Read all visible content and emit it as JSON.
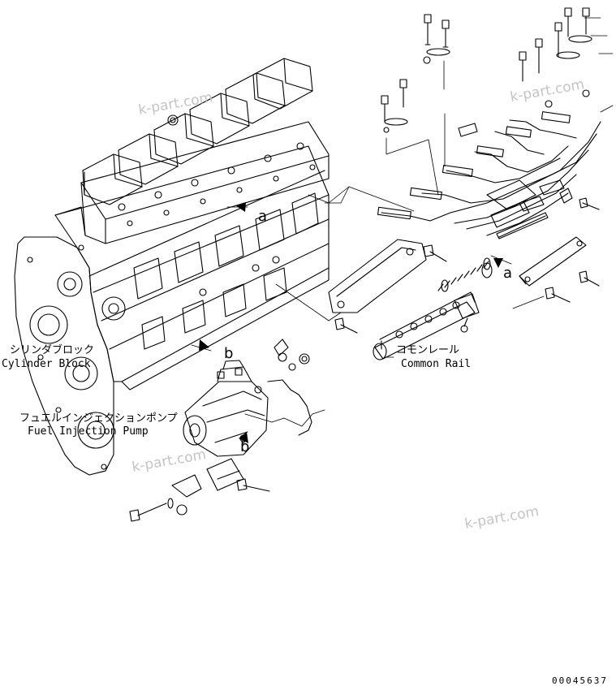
{
  "labels": {
    "cylinder_block_ja": "シリンダブロック",
    "cylinder_block_en": "Cylinder Block",
    "common_rail_ja": "コモンレール",
    "common_rail_en": "Common Rail",
    "fuel_pump_ja": "フュエルインジェクションポンプ",
    "fuel_pump_en": "Fuel Injection Pump"
  },
  "reference_letters": {
    "a_block": "a",
    "a_rail": "a",
    "b_block": "b",
    "b_pump": "b"
  },
  "watermark": {
    "text": "k-part.com"
  },
  "drawing_number": "00045637",
  "colors": {
    "line": "#000000",
    "watermark": "#c4c4c4",
    "background": "#ffffff"
  }
}
